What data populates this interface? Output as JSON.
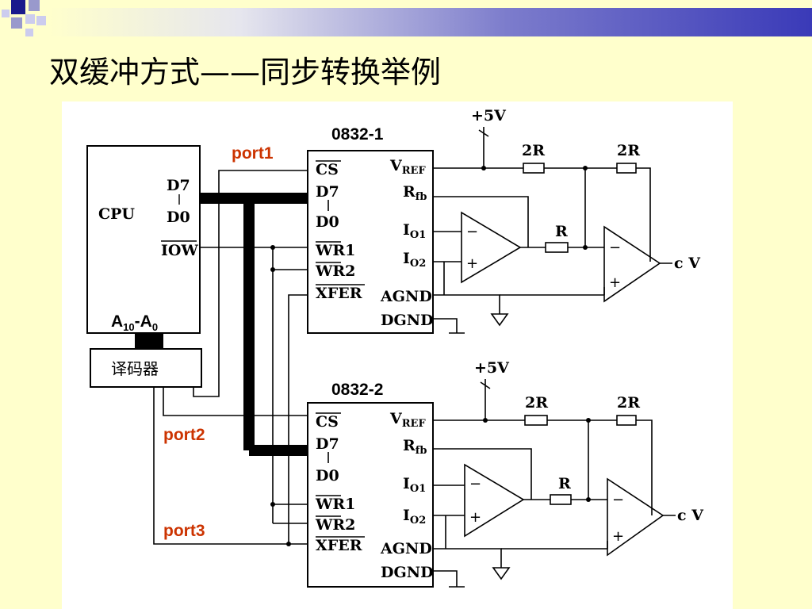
{
  "slide": {
    "title": "双缓冲方式——同步转换举例"
  },
  "diagram": {
    "cpu": {
      "label": "CPU",
      "pin_d7": "D7",
      "pin_d0": "D0",
      "pin_iow": "IOW"
    },
    "address_bus": {
      "a": "A",
      "hi": "10",
      "dash": "-A",
      "lo": "0"
    },
    "decoder": {
      "label": "译码器"
    },
    "ports": {
      "port1": "port1",
      "port2": "port2",
      "port3": "port3"
    },
    "dac1": {
      "name": "0832-1"
    },
    "dac2": {
      "name": "0832-2"
    },
    "dac_pins": {
      "cs": "CS",
      "d7": "D7",
      "d0": "D0",
      "wr1": "WR1",
      "wr2": "WR2",
      "xfer": "XFER",
      "vref": "V",
      "vref_sub": "REF",
      "rfb": "R",
      "rfb_sub": "fb",
      "io1": "I",
      "io1_sub": "O1",
      "io2": "I",
      "io2_sub": "O2",
      "agnd": "AGND",
      "dgnd": "DGND"
    },
    "analog": {
      "supply": "+5V",
      "resistor_2r": "2R",
      "resistor_r": "R",
      "output": "V"
    },
    "colors": {
      "port_label": "#cc3300",
      "background": "#ffffcc",
      "title_bar_end": "#3a3ab8"
    }
  }
}
